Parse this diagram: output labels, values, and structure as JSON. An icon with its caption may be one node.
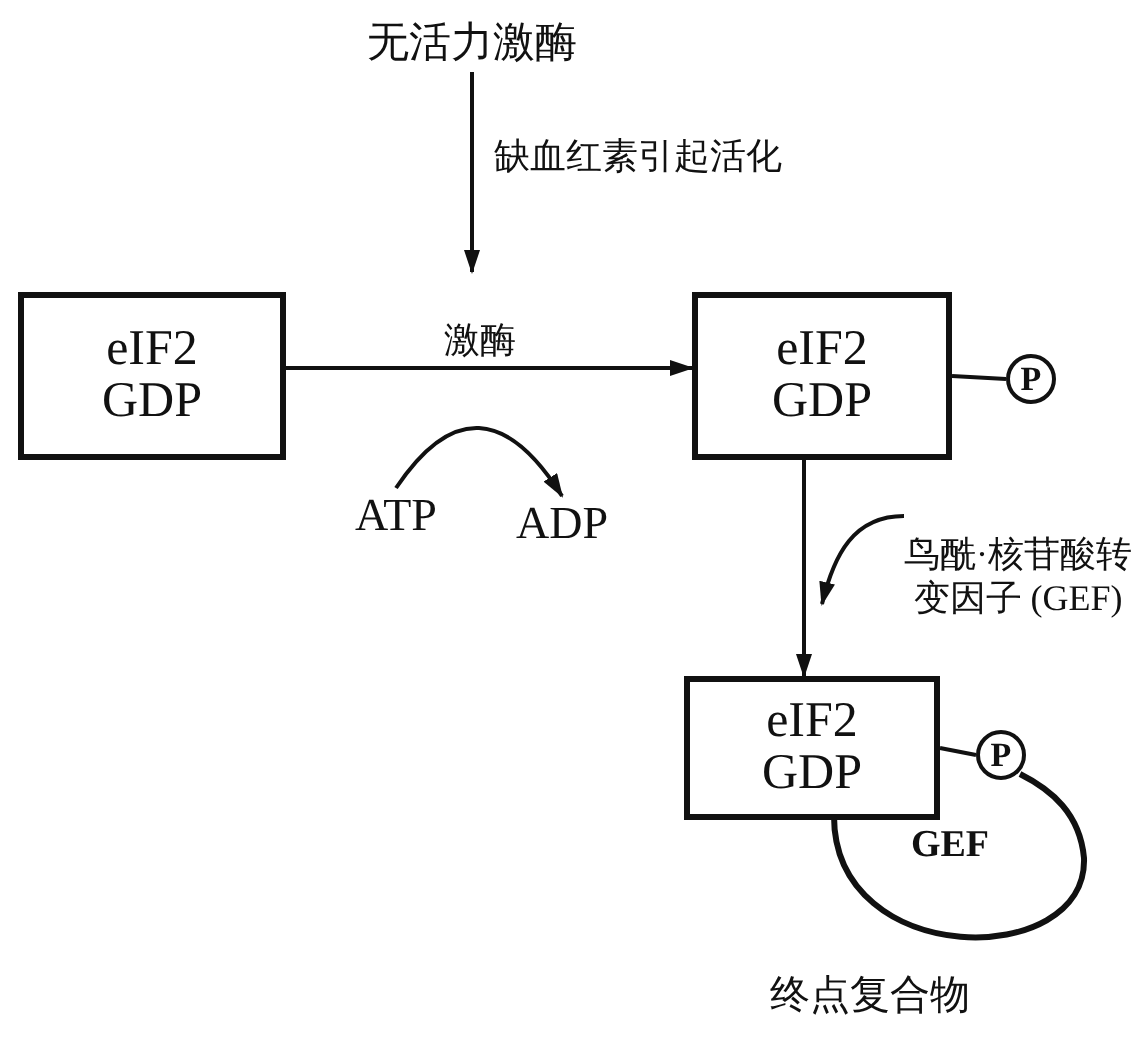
{
  "diagram": {
    "nodes": [
      {
        "text": [
          "无活力激酶"
        ]
      },
      {
        "text": [
          "eIF2 GDP"
        ]
      },
      {
        "text": [
          "eIF2 GDP"
        ]
      },
      {
        "text": [
          "P"
        ]
      },
      {
        "text": [
          "ATP"
        ]
      },
      {
        "text": [
          "ADP"
        ]
      },
      {
        "text": [
          "鸟酰·核苷酸转变因子 (GEF)"
        ]
      },
      {
        "text": [
          "eIF2 GDP"
        ]
      },
      {
        "text": [
          "P"
        ]
      },
      {
        "text": [
          "GEF"
        ]
      }
    ],
    "edges": [
      {
        "from": 0,
        "to": null,
        "arrow": "to",
        "label": "缺血红素引起活化"
      },
      {
        "from": 1,
        "to": 2,
        "arrow": "to",
        "label": "激酶"
      },
      {
        "from": 4,
        "to": 5,
        "arrow": "to"
      },
      {
        "from": 2,
        "to": 3,
        "arrow": "none"
      },
      {
        "from": 2,
        "to": 7,
        "arrow": "to"
      },
      {
        "from": 6,
        "to": null,
        "arrow": "to"
      },
      {
        "from": 7,
        "to": 8,
        "arrow": "none"
      }
    ],
    "labels": [
      "终点复合物"
    ]
  }
}
